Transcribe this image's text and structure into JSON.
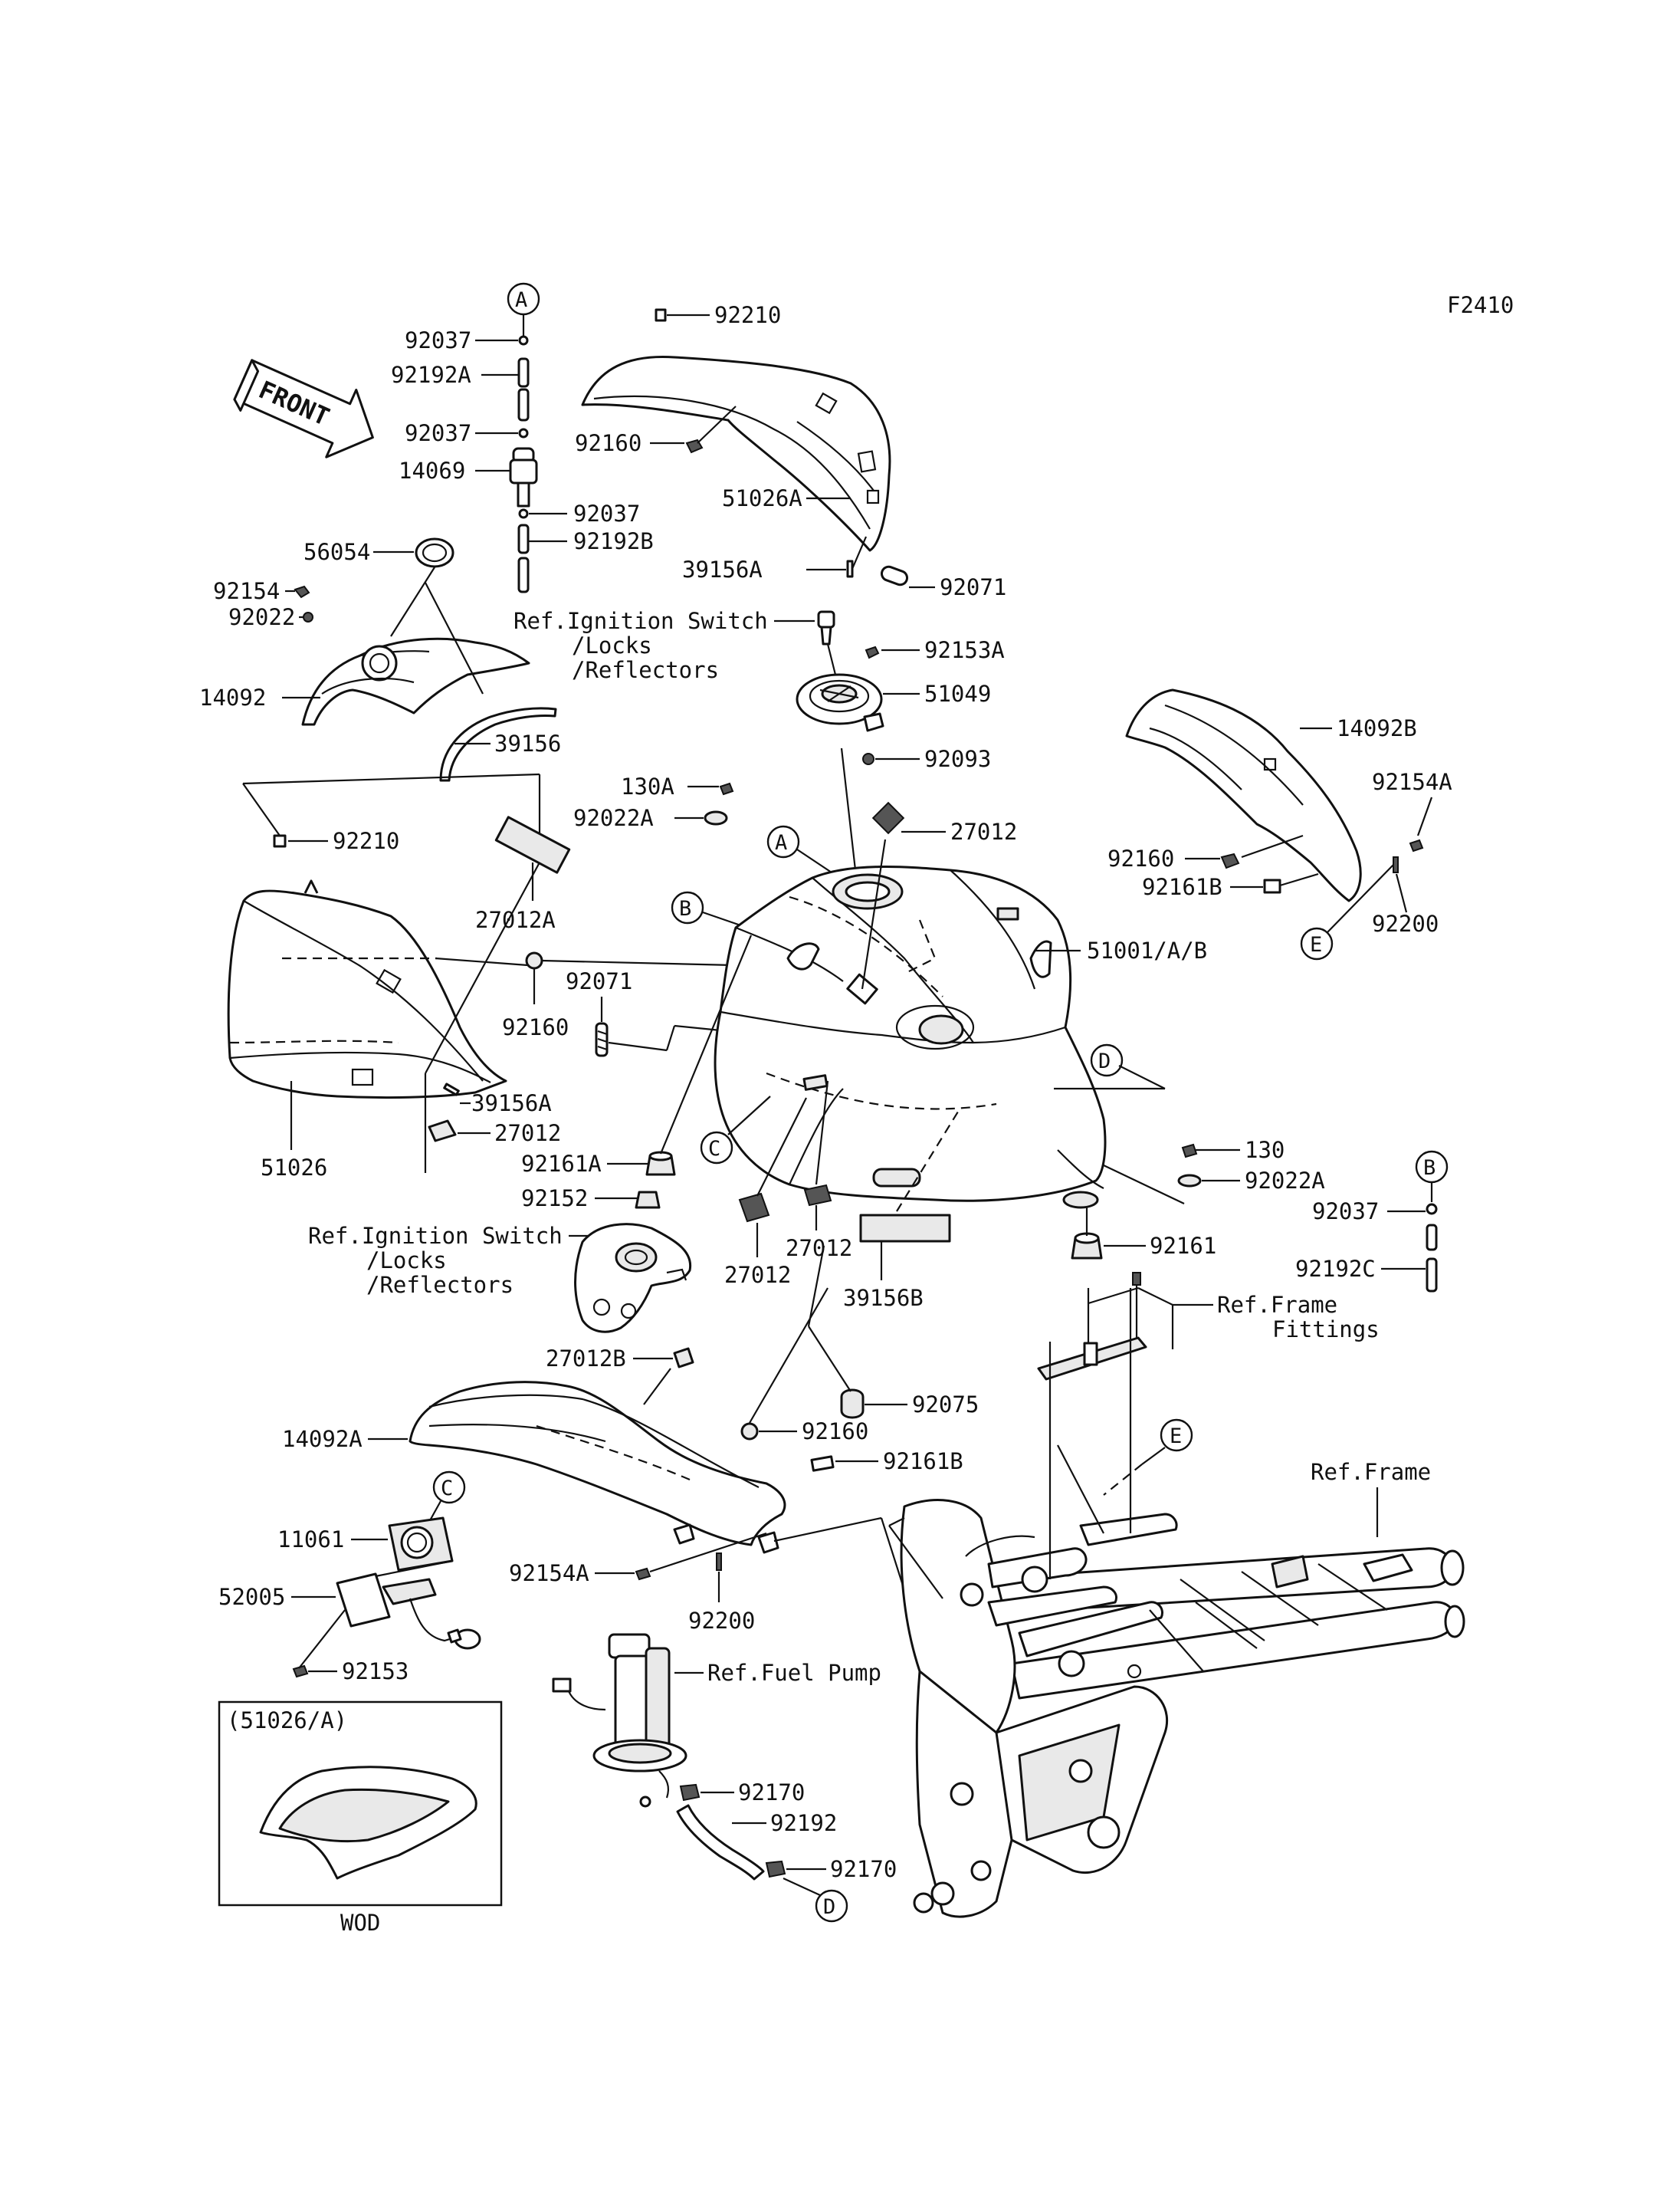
{
  "diagram_code": "F2410",
  "front_arrow_label": "FRONT",
  "inset_title": "(51026/A)",
  "inset_caption": "WOD",
  "markers": [
    "A",
    "B",
    "C",
    "D",
    "E"
  ],
  "references": {
    "ignition_top": [
      "Ref.Ignition Switch",
      "/Locks",
      "/Reflectors"
    ],
    "ignition_mid": [
      "Ref.Ignition Switch",
      "/Locks",
      "/Reflectors"
    ],
    "frame_fittings": [
      "Ref.Frame",
      "Fittings"
    ],
    "frame": "Ref.Frame",
    "fuel_pump": "Ref.Fuel Pump"
  },
  "parts": [
    "92037",
    "92192A",
    "92037",
    "14069",
    "92037",
    "92192B",
    "92210",
    "92160",
    "51026A",
    "39156A",
    "92071",
    "56054",
    "92154",
    "92022",
    "14092",
    "39156",
    "92153A",
    "51049",
    "92093",
    "14092B",
    "92154A",
    "92160",
    "92161B",
    "92200",
    "130A",
    "92022A",
    "27012",
    "92210",
    "27012A",
    "51001/A/B",
    "92160",
    "92071",
    "39156A",
    "27012",
    "51026",
    "92161A",
    "92152",
    "27012",
    "27012",
    "39156B",
    "130",
    "92022A",
    "92037",
    "92192C",
    "92161",
    "27012B",
    "92075",
    "14092A",
    "92160",
    "92161B",
    "11061",
    "52005",
    "92153",
    "92154A",
    "92200",
    "92170",
    "92192",
    "92170"
  ]
}
